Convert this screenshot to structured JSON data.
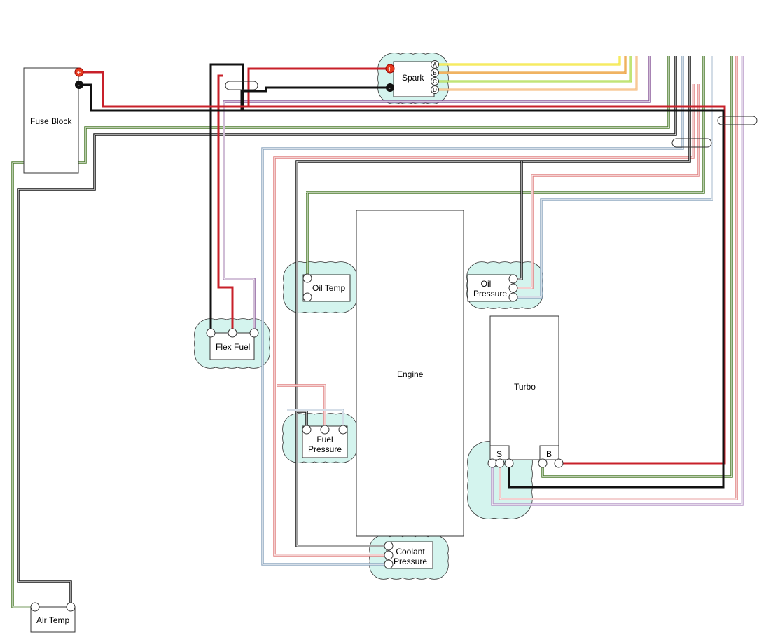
{
  "title": "Engine sensor wiring diagram",
  "components": {
    "fuse_block": {
      "label": "Fuse Block",
      "positive": "+",
      "negative": "-"
    },
    "spark": {
      "label": "Spark",
      "positive": "+",
      "negative": "-",
      "pins": [
        "A",
        "B",
        "C",
        "D"
      ]
    },
    "flex_fuel": {
      "label": "Flex Fuel"
    },
    "oil_temp": {
      "label": "Oil Temp"
    },
    "oil_pressure": {
      "lines": [
        "Oil",
        "Pressure"
      ]
    },
    "engine": {
      "label": "Engine"
    },
    "turbo": {
      "label": "Turbo",
      "s_port": "S",
      "b_port": "B"
    },
    "fuel_pressure": {
      "lines": [
        "Fuel",
        "Pressure"
      ]
    },
    "coolant_pressure": {
      "lines": [
        "Coolant",
        "Pressure"
      ]
    },
    "air_temp": {
      "label": "Air Temp"
    }
  },
  "colors": {
    "red": "#c8202a",
    "black": "#111111",
    "purple": "#8a5a9a",
    "yellow": "#f2e21a",
    "orange": "#e8901a",
    "lightgreen": "#a6d93a",
    "peach": "#f5b06a",
    "green": "#4a7a2a",
    "steel": "#8fa8c0",
    "pink": "#e08080",
    "lilac": "#b89ac8",
    "cloud": "#d4f4ee"
  }
}
